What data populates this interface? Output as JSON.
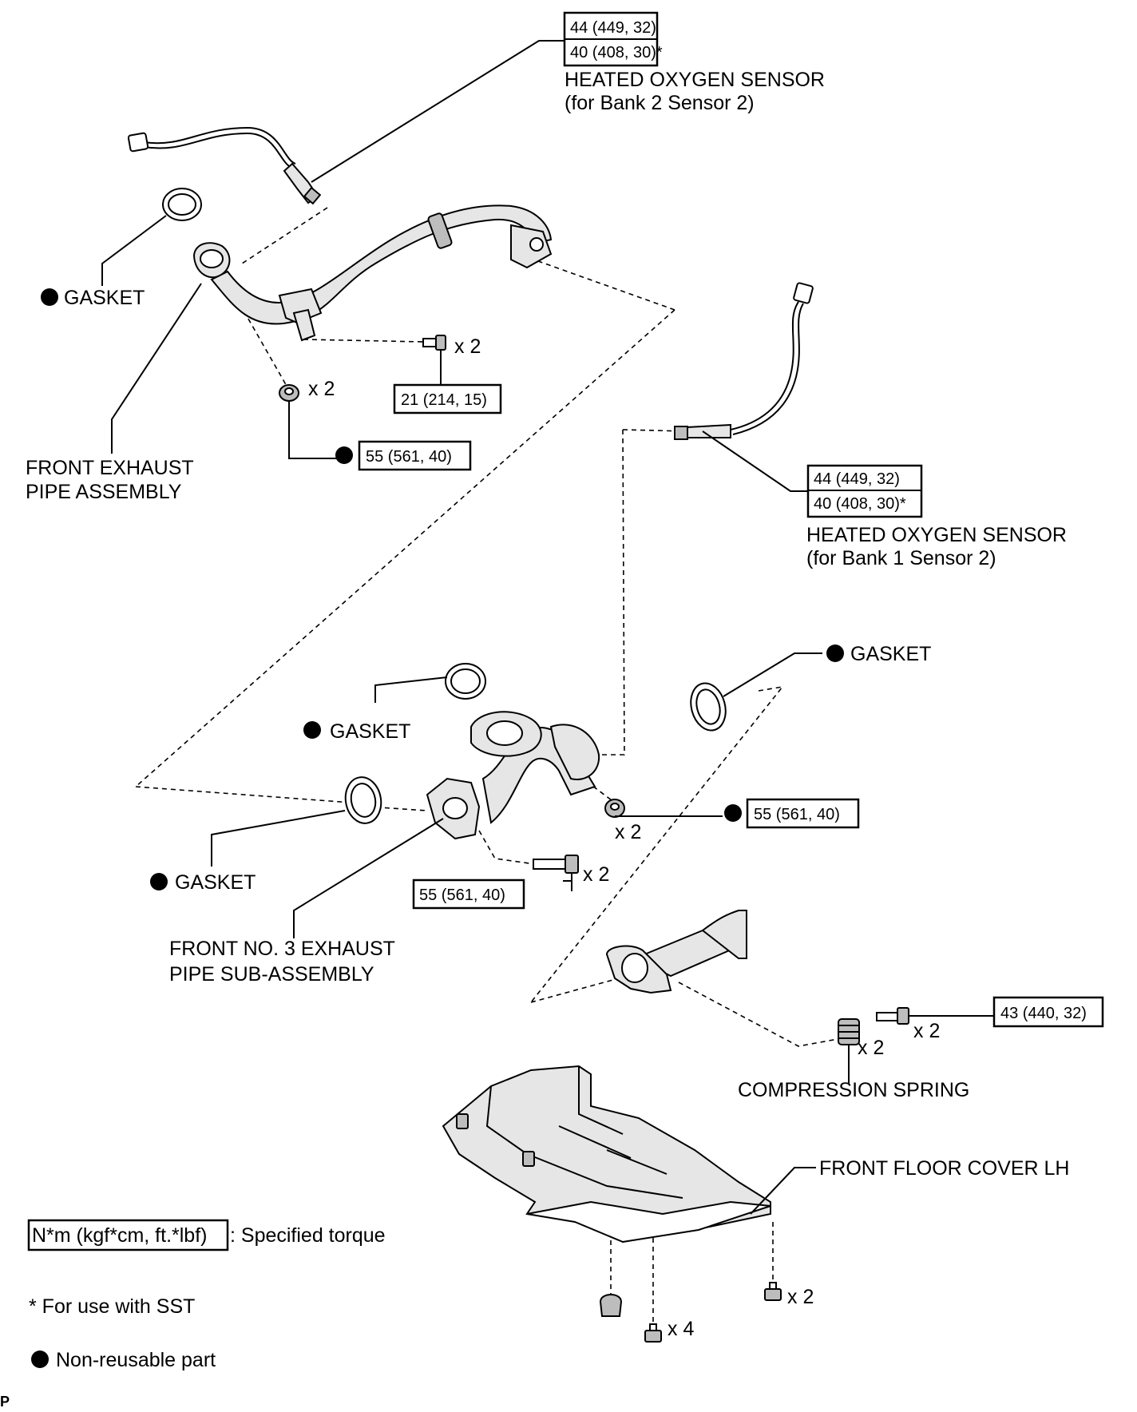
{
  "legend": {
    "torque_unit_box": "N*m (kgf*cm, ft.*lbf)",
    "torque_suffix": ": Specified torque",
    "sst_note": "* For use with SST",
    "non_reusable": "Non-reusable part"
  },
  "corner_mark": "P",
  "labels": {
    "ho2s_bank2_name": "HEATED OXYGEN SENSOR",
    "ho2s_bank2_sub": "(for Bank 2 Sensor 2)",
    "ho2s_bank1_name": "HEATED OXYGEN SENSOR",
    "ho2s_bank1_sub": "(for Bank 1 Sensor 2)",
    "gasket": "GASKET",
    "front_exhaust_line1": "FRONT EXHAUST",
    "front_exhaust_line2": "PIPE ASSEMBLY",
    "front_no3_line1": "FRONT NO. 3 EXHAUST",
    "front_no3_line2": "PIPE SUB-ASSEMBLY",
    "compression_spring": "COMPRESSION SPRING",
    "floor_cover": "FRONT FLOOR COVER LH"
  },
  "torques": {
    "ho2s_line1": "44 (449, 32)",
    "ho2s_line2": "40 (408, 30)*",
    "bolt_21": "21 (214, 15)",
    "nut_55": "55 (561, 40)",
    "bolt_43": "43 (440, 32)"
  },
  "quantities": {
    "x2": "x 2",
    "x4": "x 4"
  }
}
